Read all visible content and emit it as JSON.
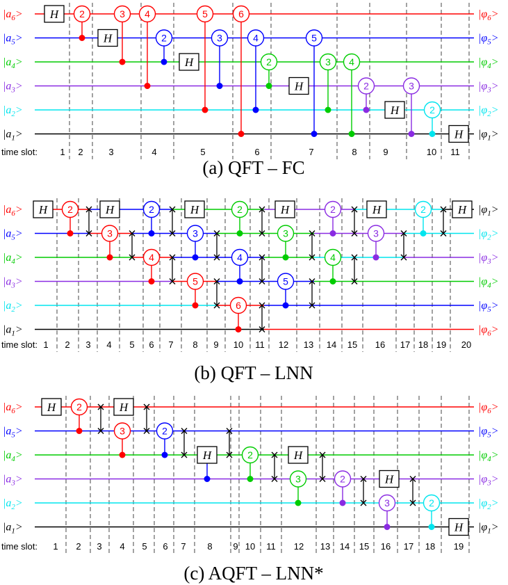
{
  "colors": {
    "a6": "#ff0000",
    "a5": "#0000ff",
    "a4": "#00cc00",
    "a3": "#8a2be2",
    "a2": "#00e5ee",
    "a1": "#000000"
  },
  "gate_label": "H",
  "time_slot_label": "time slot:",
  "panels": [
    {
      "caption": "(a) QFT – FC",
      "inputs": [
        "|a6>",
        "|a5>",
        "|a4>",
        "|a3>",
        "|a2>",
        "|a1>"
      ],
      "outputs": [
        "|φ6>",
        "|φ5>",
        "|φ4>",
        "|φ3>",
        "|φ2>",
        "|φ1>"
      ],
      "time_slots": [
        "1",
        "2",
        "3",
        "4",
        "5",
        "6",
        "7",
        "8",
        "9",
        "10",
        "11"
      ],
      "rotation_gates": [
        {
          "target": "a6",
          "k": 2,
          "control": "a5"
        },
        {
          "target": "a6",
          "k": 3,
          "control": "a4"
        },
        {
          "target": "a6",
          "k": 4,
          "control": "a3"
        },
        {
          "target": "a6",
          "k": 5,
          "control": "a2"
        },
        {
          "target": "a6",
          "k": 6,
          "control": "a1"
        },
        {
          "target": "a5",
          "k": 2,
          "control": "a4"
        },
        {
          "target": "a5",
          "k": 3,
          "control": "a3"
        },
        {
          "target": "a5",
          "k": 4,
          "control": "a2"
        },
        {
          "target": "a5",
          "k": 5,
          "control": "a1"
        },
        {
          "target": "a4",
          "k": 2,
          "control": "a3"
        },
        {
          "target": "a4",
          "k": 3,
          "control": "a2"
        },
        {
          "target": "a4",
          "k": 4,
          "control": "a1"
        },
        {
          "target": "a3",
          "k": 2,
          "control": "a2"
        },
        {
          "target": "a3",
          "k": 3,
          "control": "a1"
        },
        {
          "target": "a2",
          "k": 2,
          "control": "a1"
        }
      ]
    },
    {
      "caption": "(b) QFT – LNN",
      "inputs": [
        "|a6>",
        "|a5>",
        "|a4>",
        "|a3>",
        "|a2>",
        "|a1>"
      ],
      "outputs": [
        "|φ1>",
        "|φ2>",
        "|φ3>",
        "|φ4>",
        "|φ5>",
        "|φ6>"
      ],
      "time_slots": [
        "1",
        "2",
        "3",
        "4",
        "5",
        "6",
        "7",
        "8",
        "9",
        "10",
        "11",
        "12",
        "13",
        "14",
        "15",
        "16",
        "17",
        "18",
        "19",
        "20"
      ]
    },
    {
      "caption": "(c) AQFT – LNN*",
      "inputs": [
        "|a6>",
        "|a5>",
        "|a4>",
        "|a3>",
        "|a2>",
        "|a1>"
      ],
      "outputs": [
        "|φ6>",
        "|φ5>",
        "|φ4>",
        "|φ3>",
        "|φ2>",
        "|φ1>"
      ],
      "time_slots": [
        "1",
        "2",
        "3",
        "4",
        "5",
        "6",
        "7",
        "8",
        "9",
        "10",
        "11",
        "12",
        "13",
        "14",
        "15",
        "16",
        "17",
        "18",
        "19"
      ]
    }
  ]
}
